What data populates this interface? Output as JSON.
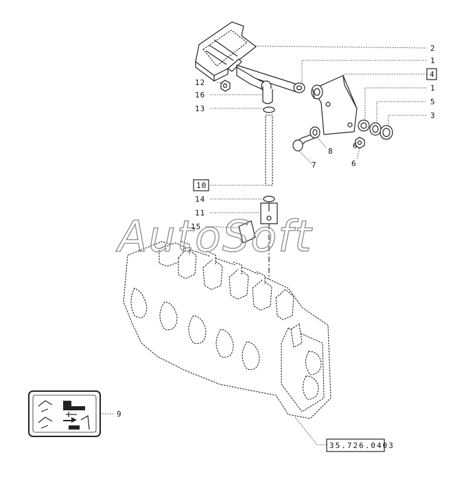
{
  "callouts": {
    "c1a": "1",
    "c1b": "1",
    "c2": "2",
    "c3": "3",
    "c4": "4",
    "c5": "5",
    "c6a": "6",
    "c6b": "6",
    "c7": "7",
    "c8": "8",
    "c9": "9",
    "c10": "10",
    "c11": "11",
    "c12": "12",
    "c13": "13",
    "c14": "14",
    "c15": "15",
    "c16": "16"
  },
  "reference": "35.726.0403",
  "watermark": "AutoSoft"
}
